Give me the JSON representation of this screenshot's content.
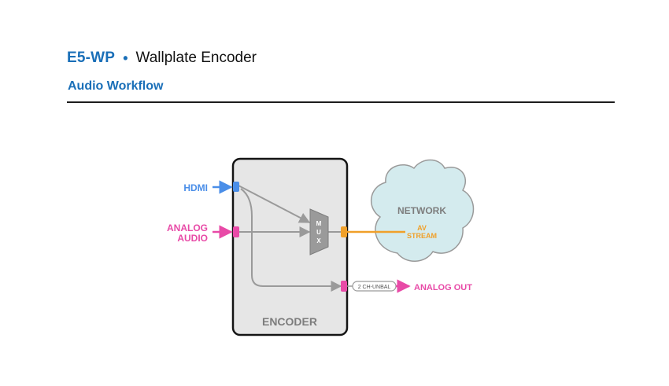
{
  "header": {
    "model": "E5-WP",
    "separator": "•",
    "product": "Wallplate Encoder",
    "subtitle": "Audio Workflow"
  },
  "diagram": {
    "inputs": {
      "hdmi": "HDMI",
      "analog_line1": "ANALOG",
      "analog_line2": "AUDIO"
    },
    "encoder_label": "ENCODER",
    "mux_label": [
      "M",
      "U",
      "X"
    ],
    "network_label": "NETWORK",
    "stream_line1": "AV",
    "stream_line2": "STREAM",
    "output_tag": "2 CH-UNBAL",
    "analog_out": "ANALOG OUT"
  },
  "colors": {
    "brand_blue": "#1a6fb8",
    "hdmi_blue": "#4a8ee8",
    "analog_pink": "#e84aa7",
    "stream_orange": "#f0a02a",
    "gray_line": "#9a9a9a",
    "encoder_fill": "#e6e6e6",
    "cloud_fill": "#d4ebee"
  }
}
